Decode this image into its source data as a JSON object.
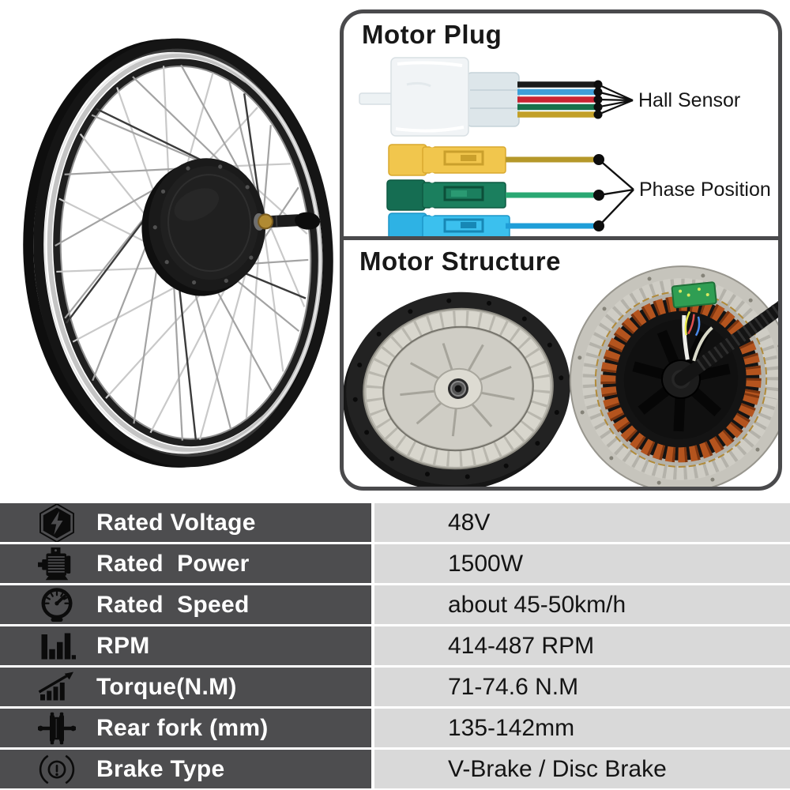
{
  "panels": {
    "motor_plug": {
      "title": "Motor Plug",
      "labels": {
        "hall_sensor": "Hall Sensor",
        "phase_position": "Phase Position"
      },
      "hall_wire_colors": [
        "#1b1b1b",
        "#3f9fd8",
        "#c92432",
        "#17714b",
        "#c2a028"
      ],
      "phase_connector_colors": [
        "#f1c64d",
        "#1b7f5e",
        "#3bc0ee"
      ]
    },
    "motor_structure": {
      "title": "Motor Structure"
    }
  },
  "spec_table": {
    "rows": [
      {
        "icon": "voltage-icon",
        "label": "Rated Voltage",
        "value": "48V"
      },
      {
        "icon": "motor-icon",
        "label": "Rated  Power",
        "value": "1500W"
      },
      {
        "icon": "speedometer-icon",
        "label": "Rated  Speed",
        "value": "about 45-50km/h"
      },
      {
        "icon": "rpm-bars-icon",
        "label": "RPM",
        "value": "414-487 RPM"
      },
      {
        "icon": "torque-chart-icon",
        "label": "Torque(N.M)",
        "value": "71-74.6 N.M"
      },
      {
        "icon": "hub-axle-icon",
        "label": "Rear fork (mm)",
        "value": "135-142mm"
      },
      {
        "icon": "brake-icon",
        "label": "Brake Type",
        "value": "V-Brake / Disc Brake"
      }
    ],
    "colors": {
      "label_bg": "#4d4d4f",
      "value_bg": "#d9d9d9",
      "label_text": "#ffffff",
      "value_text": "#141414",
      "panel_border": "#4a4a4c"
    }
  }
}
